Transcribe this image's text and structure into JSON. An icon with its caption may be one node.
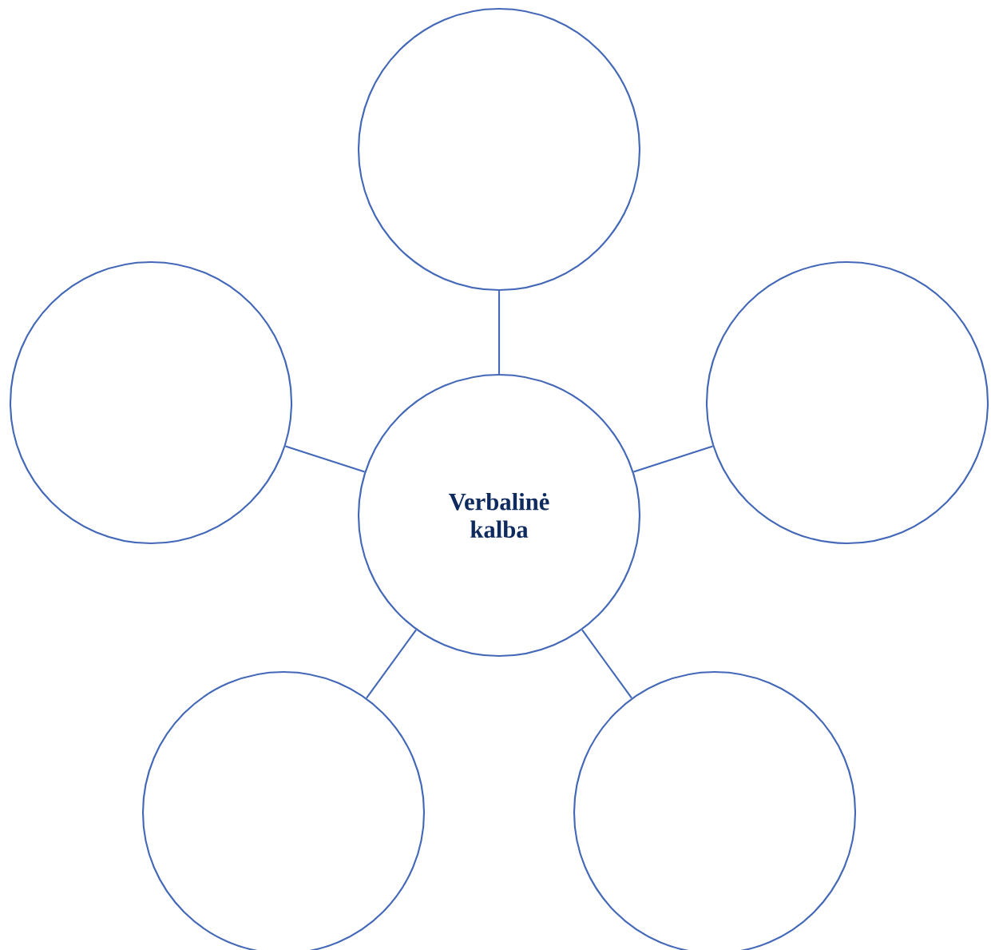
{
  "diagram": {
    "nodes": [
      {
        "text": [],
        "shape": "circle"
      },
      {
        "text": [],
        "shape": "circle"
      },
      {
        "text": [],
        "shape": "circle"
      },
      {
        "text": [
          "Verbalinė kalba"
        ]
      },
      {
        "text": [],
        "shape": "circle"
      },
      {
        "text": [],
        "shape": "circle"
      }
    ],
    "edges": [
      {
        "from": 3,
        "to": 0,
        "arrow": "none"
      },
      {
        "from": 3,
        "to": 1,
        "arrow": "none"
      },
      {
        "from": 3,
        "to": 2,
        "arrow": "none"
      },
      {
        "from": 3,
        "to": 4,
        "arrow": "none"
      },
      {
        "from": 3,
        "to": 5,
        "arrow": "none"
      }
    ]
  }
}
